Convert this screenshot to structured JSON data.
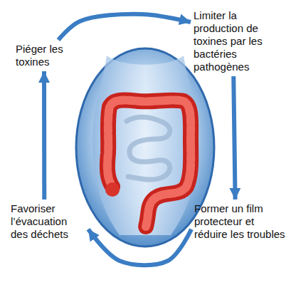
{
  "diagram": {
    "nodes": [
      {
        "text": [
          "Piéger les toxines"
        ]
      },
      {
        "text": [
          "Limiter la production de toxines par les bactéries pathogènes"
        ]
      },
      {
        "text": [
          "Former un film protecteur et réduire les troubles"
        ]
      },
      {
        "text": [
          "Favoriser l’évacuation des déchets"
        ]
      }
    ],
    "edges": [
      {
        "from": 0,
        "to": 1,
        "arrow": "to"
      },
      {
        "from": 1,
        "to": 2,
        "arrow": "to"
      },
      {
        "from": 2,
        "to": 3,
        "arrow": "to"
      },
      {
        "from": 3,
        "to": 0,
        "arrow": "to"
      }
    ]
  }
}
